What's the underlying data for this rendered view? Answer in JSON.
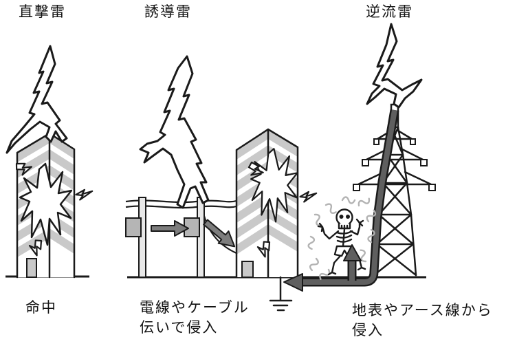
{
  "diagram": {
    "description": "Illustration of three lightning intrusion types",
    "panels": [
      {
        "id": "direct-strike",
        "title": "直撃雷",
        "caption_line1": "命中",
        "caption_line2": ""
      },
      {
        "id": "induced-strike",
        "title": "誘導雷",
        "caption_line1": "電線やケーブル",
        "caption_line2": "伝いで侵入"
      },
      {
        "id": "backflow-strike",
        "title": "逆流雷",
        "caption_line1": "地表やアース線から",
        "caption_line2": "侵入"
      }
    ],
    "palette": {
      "background": "#ffffff",
      "outline": "#1a1a1a",
      "building_band_gray": "#c9c9c9",
      "arrow_gray": "#7d7d7d",
      "current_path_gray": "#5f5f5f",
      "pole_gray": "#e8e8e8",
      "transformer_gray": "#b5b5b5",
      "shock_gray": "#b3b3b3"
    }
  }
}
